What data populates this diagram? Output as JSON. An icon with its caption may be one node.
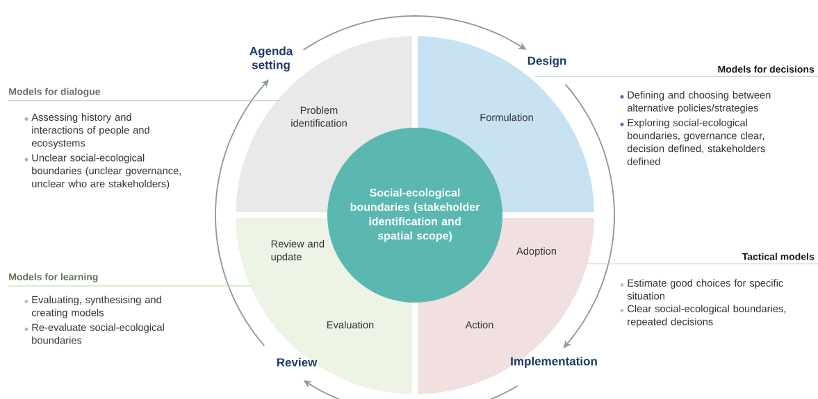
{
  "diagram": {
    "nodes": [
      {
        "text": [
          "Agenda setting"
        ]
      },
      {
        "text": [
          "Design"
        ]
      },
      {
        "text": [
          "Implementation"
        ]
      },
      {
        "text": [
          "Review"
        ]
      },
      {
        "text": [
          "Problem identification"
        ]
      },
      {
        "text": [
          "Formulation"
        ]
      },
      {
        "text": [
          "Adoption",
          "Action"
        ]
      },
      {
        "text": [
          "Review and update",
          "Evaluation"
        ]
      },
      {
        "text": [
          "Social-ecological boundaries (stakeholder identification and spatial scope)"
        ]
      },
      {
        "text": [
          "Models for dialogue"
        ],
        "beside": [
          "Assessing history and interactions of people and ecosystems",
          "Unclear social-ecological boundaries (unclear governance, unclear who are stakeholders)"
        ]
      },
      {
        "text": [
          "Models for decisions"
        ],
        "beside": [
          "Defining and choosing between alternative policies/strategies",
          "Exploring social-ecological boundaries, governance clear, decision defined, stakeholders defined"
        ]
      },
      {
        "text": [
          "Tactical models"
        ],
        "beside": [
          "Estimate good choices for specific situation",
          "Clear social-ecological boundaries, repeated decisions"
        ]
      },
      {
        "text": [
          "Models for learning"
        ],
        "beside": [
          "Evaluating, synthesising and creating models",
          "Re-evaluate social-ecological boundaries"
        ]
      }
    ],
    "edges": [
      {
        "from": 0,
        "to": 1,
        "arrow": "to"
      },
      {
        "from": 1,
        "to": 2,
        "arrow": "to"
      },
      {
        "from": 2,
        "to": 3,
        "arrow": "to"
      },
      {
        "from": 3,
        "to": 0,
        "arrow": "to"
      },
      {
        "from": 9,
        "to": 4,
        "arrow": "none",
        "color": "#b3b3b3"
      },
      {
        "from": 10,
        "to": 1,
        "arrow": "none",
        "color": "#a9b8d0"
      },
      {
        "from": 11,
        "to": 6,
        "arrow": "none",
        "color": "#e6c6c6"
      },
      {
        "from": 12,
        "to": 7,
        "arrow": "none",
        "color": "#b7da9c"
      }
    ]
  }
}
